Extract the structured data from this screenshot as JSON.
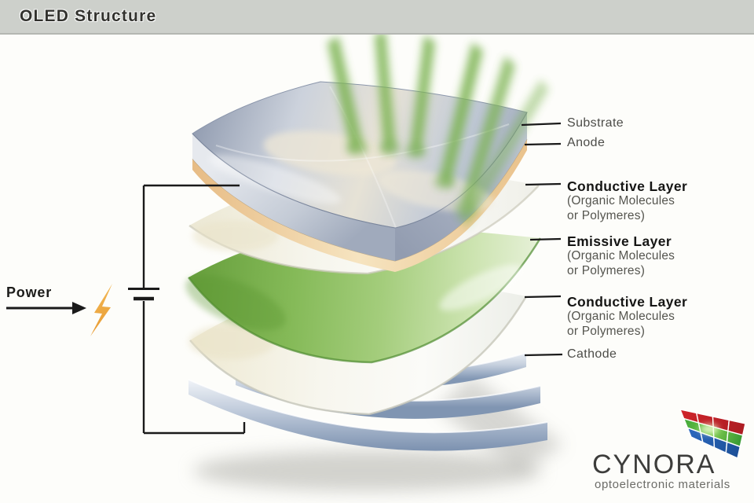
{
  "header": {
    "title": "OLED Structure"
  },
  "power": {
    "label": "Power"
  },
  "layer_labels": {
    "substrate": {
      "title": "Substrate"
    },
    "anode": {
      "title": "Anode"
    },
    "conductive_top": {
      "title": "Conductive Layer",
      "subtitle_line1": "(Organic Molecules",
      "subtitle_line2": "or Polymeres)"
    },
    "emissive": {
      "title": "Emissive Layer",
      "subtitle_line1": "(Organic Molecules",
      "subtitle_line2": "or Polymeres)"
    },
    "conductive_bottom": {
      "title": "Conductive Layer",
      "subtitle_line1": "(Organic Molecules",
      "subtitle_line2": "or Polymeres)"
    },
    "cathode": {
      "title": "Cathode"
    }
  },
  "logo": {
    "brand": "CYNORA",
    "tagline": "optoelectronic materials"
  },
  "icons": {
    "energy": "lightning-bolt",
    "power_flow": "arrow-right",
    "supply": "battery-cell",
    "logo_mark": "rgb-pixel-flag"
  },
  "colors": {
    "header_bg": "#cdd0cb",
    "beam_green": "#7cb351",
    "emissive_green": "#8fc263",
    "anode_tan": "#eecb98",
    "cathode_metal": "#a9b6c9",
    "wire_black": "#1a1a1a",
    "bolt_orange": "#eda53d",
    "logo_red": "#c42127",
    "logo_green": "#3fae3b",
    "logo_blue": "#2356ae"
  }
}
